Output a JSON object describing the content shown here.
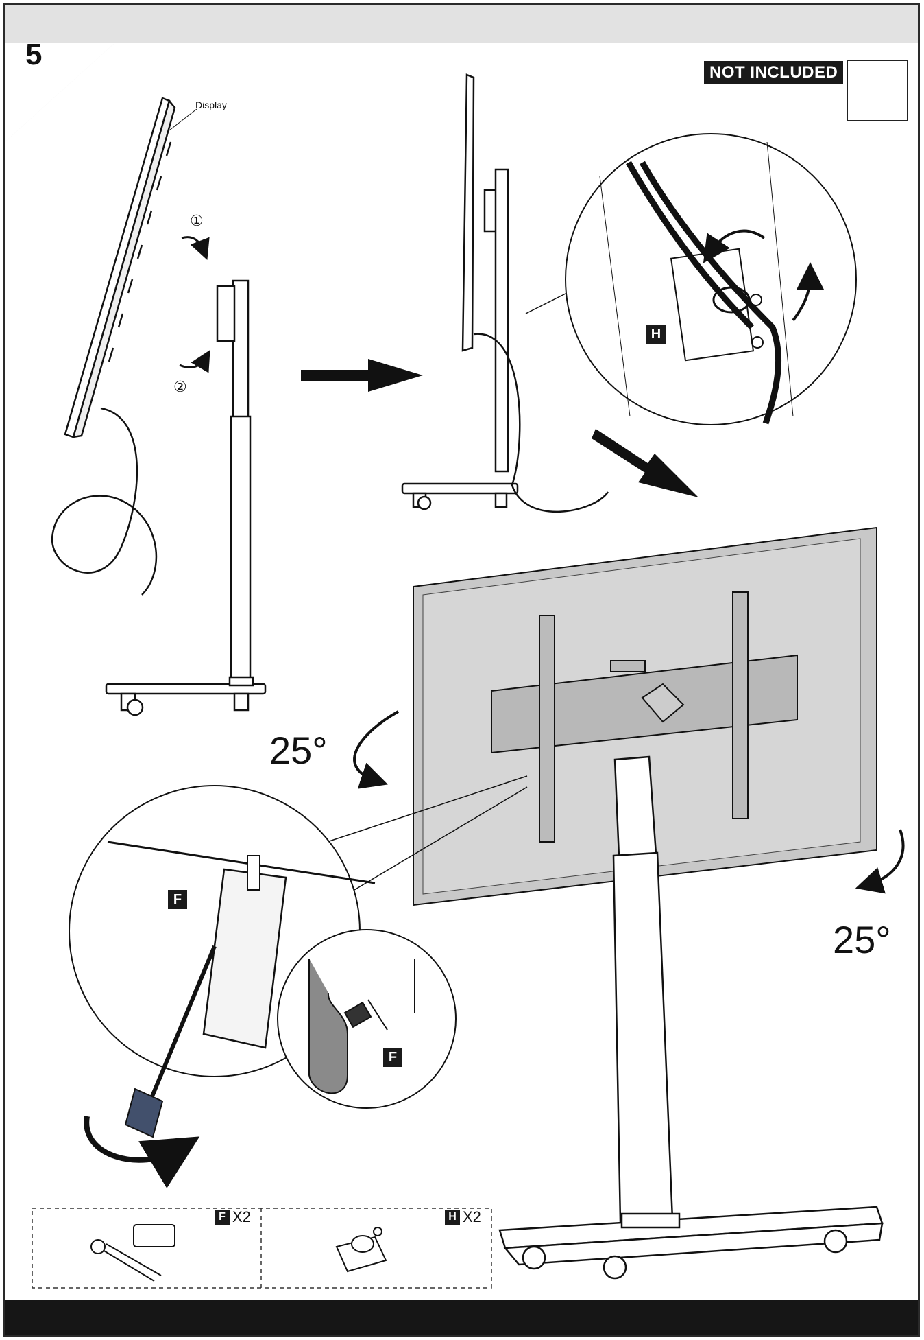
{
  "step": {
    "number": "5"
  },
  "notice": {
    "not_included": "NOT INCLUDED",
    "tool_icon": "screwdriver-icon"
  },
  "labels": {
    "display": "Display",
    "step_one": "①",
    "step_two": "②",
    "part_h": "H",
    "part_f": "F",
    "part_f_detail": "F"
  },
  "tilt": {
    "angle_left": "25°",
    "angle_right": "25°"
  },
  "parts_list": [
    {
      "letter": "F",
      "qty": "X2",
      "icon": "bracket-bolt-icon"
    },
    {
      "letter": "H",
      "qty": "X2",
      "icon": "cable-clip-icon"
    }
  ]
}
